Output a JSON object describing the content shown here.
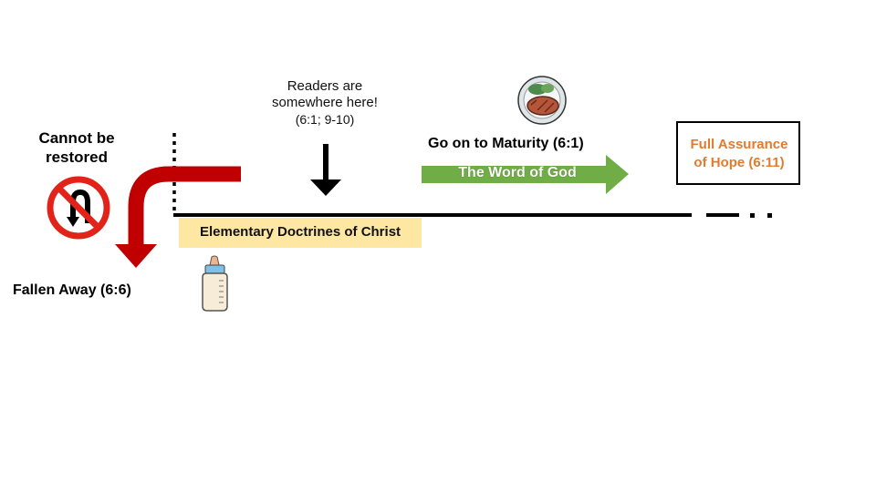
{
  "labels": {
    "cannot_restored": "Cannot be restored",
    "fallen_away": "Fallen Away (6:6)",
    "readers_line1": "Readers are",
    "readers_line2": "somewhere here!",
    "readers_ref": "(6:1; 9-10)",
    "maturity": "Go on to Maturity (6:1)",
    "word_of_god": "The Word of God",
    "hope_line1": "Full Assurance",
    "hope_line2": "of Hope (6:11)",
    "elementary": "Elementary Doctrines of Christ"
  },
  "icons": {
    "no_u_turn": "no-u-turn-sign-icon",
    "baby_bottle": "baby-bottle-icon",
    "meal_plate": "steak-plate-icon",
    "pointer_arrow": "down-arrow-icon"
  },
  "colors": {
    "fall_arrow": "#c00000",
    "word_arrow": "#70ad47",
    "hope_text": "#e07b30",
    "elementary_bg": "#fde7a3",
    "no_sign_red": "#e2231a"
  }
}
